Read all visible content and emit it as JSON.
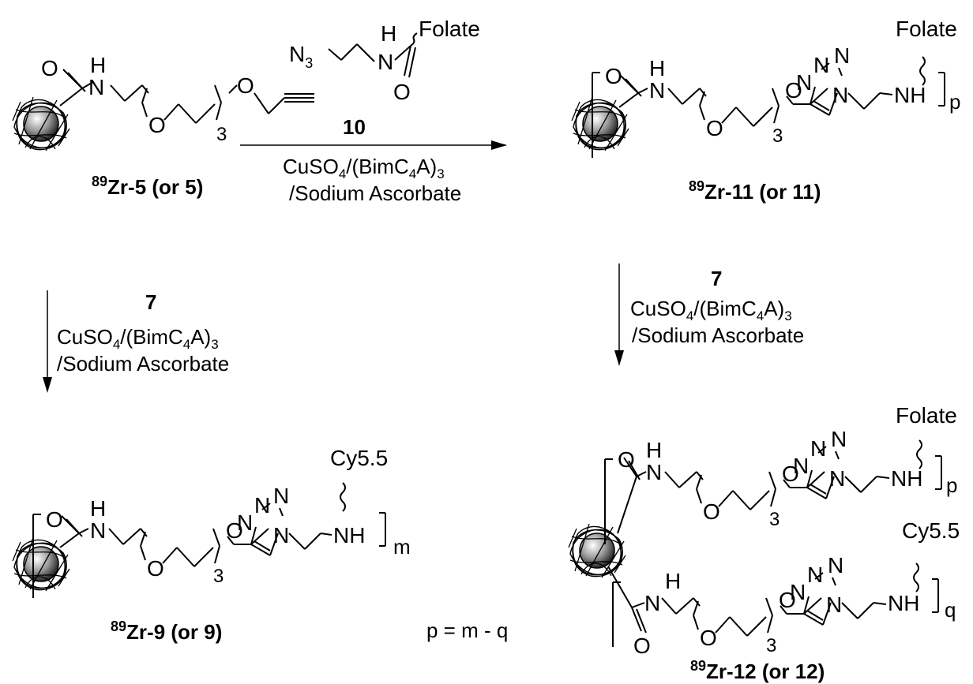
{
  "atoms": {
    "O": "O",
    "N": "N",
    "H": "H",
    "NH": "NH",
    "N3": "N",
    "sub3": "3"
  },
  "groups": {
    "folate": "Folate",
    "cy55": "Cy5.5"
  },
  "compounds": {
    "c5": {
      "sup": "89",
      "name": "Zr-5 (or 5)"
    },
    "c10": "10",
    "c11": {
      "sup": "89",
      "name": "Zr-11 (or 11)"
    },
    "c7": "7",
    "c9": {
      "sup": "89",
      "name": "Zr-9 (or 9)"
    },
    "c12": {
      "sup": "89",
      "name": "Zr-12 (or 12)"
    }
  },
  "subscripts": {
    "p": "p",
    "m": "m",
    "q": "q"
  },
  "conditions": {
    "cu_prefix": "CuSO",
    "cu_sub4": "4",
    "cu_mid": "/(BimC",
    "cu_sub4b": "4",
    "cu_A": "A)",
    "cu_sub3": "3",
    "ascorbate": "/Sodium Ascorbate"
  },
  "equation": "p = m - q"
}
